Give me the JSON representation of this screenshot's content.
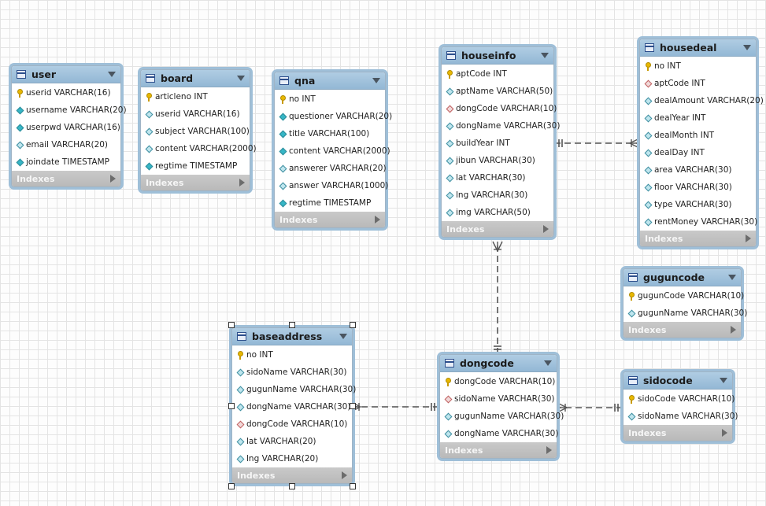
{
  "colors": {
    "header_top": "#b0cde3",
    "header_bottom": "#93b8d5",
    "footer": "#c2c2c2",
    "connector": "#555555",
    "primary_key": "#e8b800"
  },
  "entities": [
    {
      "id": "user",
      "name": "user",
      "footer": "Indexes",
      "columns": [
        {
          "text": "userid VARCHAR(16)",
          "icon": "primary-key-icon"
        },
        {
          "text": "username VARCHAR(20)",
          "icon": "filled-diamond-icon"
        },
        {
          "text": "userpwd VARCHAR(16)",
          "icon": "filled-diamond-icon"
        },
        {
          "text": "email VARCHAR(20)",
          "icon": "diamond-icon"
        },
        {
          "text": "joindate TIMESTAMP",
          "icon": "filled-diamond-icon"
        }
      ]
    },
    {
      "id": "board",
      "name": "board",
      "footer": "Indexes",
      "columns": [
        {
          "text": "articleno INT",
          "icon": "primary-key-icon"
        },
        {
          "text": "userid VARCHAR(16)",
          "icon": "diamond-icon"
        },
        {
          "text": "subject VARCHAR(100)",
          "icon": "diamond-icon"
        },
        {
          "text": "content VARCHAR(2000)",
          "icon": "diamond-icon"
        },
        {
          "text": "regtime TIMESTAMP",
          "icon": "filled-diamond-icon"
        }
      ]
    },
    {
      "id": "qna",
      "name": "qna",
      "footer": "Indexes",
      "columns": [
        {
          "text": "no INT",
          "icon": "primary-key-icon"
        },
        {
          "text": "questioner VARCHAR(20)",
          "icon": "filled-diamond-icon"
        },
        {
          "text": "title VARCHAR(100)",
          "icon": "filled-diamond-icon"
        },
        {
          "text": "content VARCHAR(2000)",
          "icon": "filled-diamond-icon"
        },
        {
          "text": "answerer VARCHAR(20)",
          "icon": "diamond-icon"
        },
        {
          "text": "answer VARCHAR(1000)",
          "icon": "diamond-icon"
        },
        {
          "text": "regtime TIMESTAMP",
          "icon": "filled-diamond-icon"
        }
      ]
    },
    {
      "id": "houseinfo",
      "name": "houseinfo",
      "footer": "Indexes",
      "columns": [
        {
          "text": "aptCode INT",
          "icon": "primary-key-icon"
        },
        {
          "text": "aptName VARCHAR(50)",
          "icon": "diamond-icon"
        },
        {
          "text": "dongCode VARCHAR(10)",
          "icon": "foreign-key-diamond-icon"
        },
        {
          "text": "dongName VARCHAR(30)",
          "icon": "diamond-icon"
        },
        {
          "text": "buildYear INT",
          "icon": "diamond-icon"
        },
        {
          "text": "jibun VARCHAR(30)",
          "icon": "diamond-icon"
        },
        {
          "text": "lat VARCHAR(30)",
          "icon": "diamond-icon"
        },
        {
          "text": "lng VARCHAR(30)",
          "icon": "diamond-icon"
        },
        {
          "text": "img VARCHAR(50)",
          "icon": "diamond-icon"
        }
      ]
    },
    {
      "id": "housedeal",
      "name": "housedeal",
      "footer": "Indexes",
      "columns": [
        {
          "text": "no INT",
          "icon": "primary-key-icon"
        },
        {
          "text": "aptCode INT",
          "icon": "foreign-key-diamond-icon"
        },
        {
          "text": "dealAmount VARCHAR(20)",
          "icon": "diamond-icon"
        },
        {
          "text": "dealYear INT",
          "icon": "diamond-icon"
        },
        {
          "text": "dealMonth INT",
          "icon": "diamond-icon"
        },
        {
          "text": "dealDay INT",
          "icon": "diamond-icon"
        },
        {
          "text": "area VARCHAR(30)",
          "icon": "diamond-icon"
        },
        {
          "text": "floor VARCHAR(30)",
          "icon": "diamond-icon"
        },
        {
          "text": "type VARCHAR(30)",
          "icon": "diamond-icon"
        },
        {
          "text": "rentMoney VARCHAR(30)",
          "icon": "diamond-icon"
        }
      ]
    },
    {
      "id": "guguncode",
      "name": "guguncode",
      "footer": "Indexes",
      "columns": [
        {
          "text": "gugunCode VARCHAR(10)",
          "icon": "primary-key-icon"
        },
        {
          "text": "gugunName VARCHAR(30)",
          "icon": "diamond-icon"
        }
      ]
    },
    {
      "id": "baseaddress",
      "name": "baseaddress",
      "footer": "Indexes",
      "columns": [
        {
          "text": "no INT",
          "icon": "primary-key-icon"
        },
        {
          "text": "sidoName VARCHAR(30)",
          "icon": "diamond-icon"
        },
        {
          "text": "gugunName VARCHAR(30)",
          "icon": "diamond-icon"
        },
        {
          "text": "dongName VARCHAR(30)",
          "icon": "diamond-icon"
        },
        {
          "text": "dongCode VARCHAR(10)",
          "icon": "foreign-key-diamond-icon"
        },
        {
          "text": "lat VARCHAR(20)",
          "icon": "diamond-icon"
        },
        {
          "text": "lng VARCHAR(20)",
          "icon": "diamond-icon"
        }
      ]
    },
    {
      "id": "dongcode",
      "name": "dongcode",
      "footer": "Indexes",
      "columns": [
        {
          "text": "dongCode VARCHAR(10)",
          "icon": "primary-key-icon"
        },
        {
          "text": "sidoName VARCHAR(30)",
          "icon": "foreign-key-diamond-icon"
        },
        {
          "text": "gugunName VARCHAR(30)",
          "icon": "diamond-icon"
        },
        {
          "text": "dongName VARCHAR(30)",
          "icon": "diamond-icon"
        }
      ]
    },
    {
      "id": "sidocode",
      "name": "sidocode",
      "footer": "Indexes",
      "columns": [
        {
          "text": "sidoCode VARCHAR(10)",
          "icon": "primary-key-icon"
        },
        {
          "text": "sidoName VARCHAR(30)",
          "icon": "diamond-icon"
        }
      ]
    }
  ],
  "relationships": [
    {
      "id": "houseinfo-housedeal",
      "from": "houseinfo",
      "to": "housedeal",
      "from_end": "one-mandatory",
      "to_end": "many"
    },
    {
      "id": "dongcode-houseinfo",
      "from": "dongcode",
      "to": "houseinfo",
      "from_end": "one-mandatory",
      "to_end": "many"
    },
    {
      "id": "dongcode-baseaddress",
      "from": "dongcode",
      "to": "baseaddress",
      "from_end": "one-mandatory",
      "to_end": "many"
    },
    {
      "id": "sidocode-dongcode",
      "from": "sidocode",
      "to": "dongcode",
      "from_end": "one-mandatory",
      "to_end": "many"
    }
  ],
  "selected_entity": "baseaddress"
}
